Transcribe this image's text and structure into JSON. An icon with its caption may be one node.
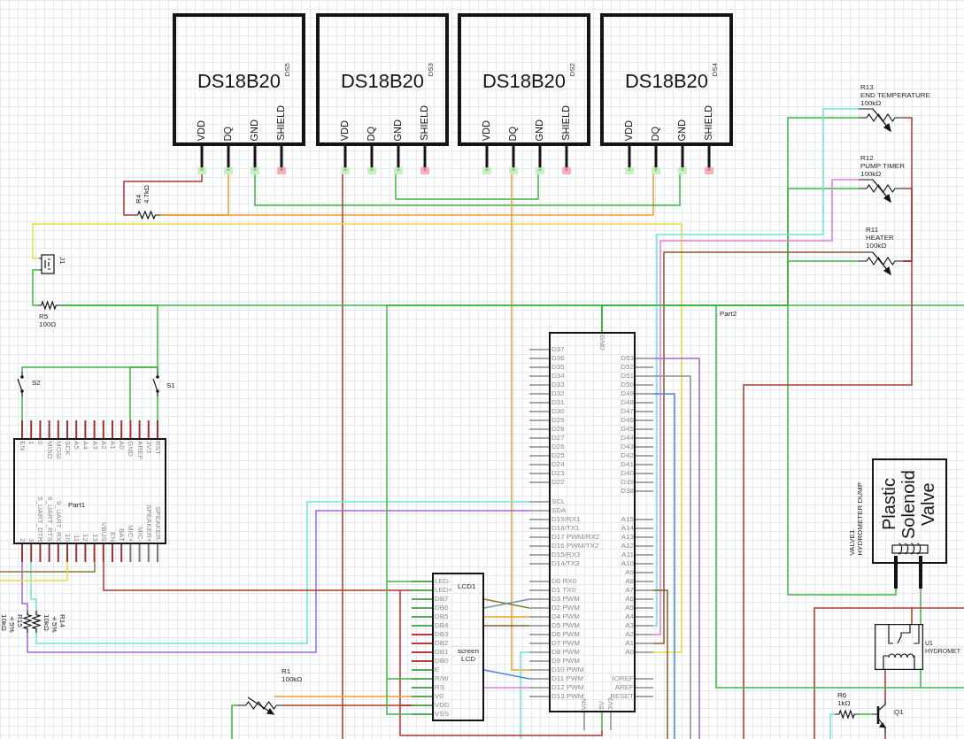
{
  "diagram": {
    "nodes": [
      {
        "text": [
          "DS18B20",
          "DS5",
          "VDD",
          "DQ",
          "GND",
          "SHIELD"
        ]
      },
      {
        "text": [
          "DS18B20",
          "DS3",
          "VDD",
          "DQ",
          "GND",
          "SHIELD"
        ]
      },
      {
        "text": [
          "DS18B20",
          "DS2",
          "VDD",
          "DQ",
          "GND",
          "SHIELD"
        ]
      },
      {
        "text": [
          "DS18B20",
          "DS4",
          "VDD",
          "DQ",
          "GND",
          "SHIELD"
        ]
      },
      {
        "text": [],
        "shape": "resistor",
        "beside": [
          "R4",
          "4.7kΩ"
        ]
      },
      {
        "text": [],
        "shape": "buzzer",
        "beside": [
          "J1"
        ]
      },
      {
        "text": [],
        "shape": "resistor",
        "beside": [
          "R5",
          "100Ω"
        ]
      },
      {
        "text": [],
        "shape": "switch",
        "beside": [
          "S2"
        ]
      },
      {
        "text": [],
        "shape": "switch",
        "beside": [
          "S1"
        ]
      },
      {
        "text": [
          "Part1",
          "EN",
          "1",
          "0",
          "MISO",
          "MOSI",
          "SCK",
          "A5",
          "A4",
          "A3",
          "A2",
          "A1",
          "A0",
          "GND",
          "AREF",
          "3V3",
          "RST",
          "2",
          "3",
          "5_UART_DTR",
          "6_UART_RTS",
          "9_UART_RX",
          "10",
          "11",
          "12",
          "13",
          "VBUS",
          "EN",
          "BAT",
          "MIC+",
          "MIC-",
          "SPEAKER+",
          "SPEAKER-"
        ]
      },
      {
        "text": [],
        "shape": "resistor",
        "beside": [
          "R15",
          "±5%",
          "10kΩ"
        ]
      },
      {
        "text": [],
        "shape": "resistor",
        "beside": [
          "R14",
          "±5%",
          "10kΩ"
        ]
      },
      {
        "text": [],
        "shape": "potentiometer",
        "beside": [
          "R1",
          "100kΩ"
        ]
      },
      {
        "text": [
          "LCD1",
          "screen LCD",
          "LED-",
          "LED+",
          "DB7",
          "DB6",
          "DB5",
          "DB4",
          "DB3",
          "DB2",
          "DB1",
          "DB0",
          "E",
          "R/W",
          "RS",
          "V0",
          "VDD",
          "VSS"
        ]
      },
      {
        "text": [
          "GND",
          "D37",
          "D36",
          "D35",
          "D34",
          "D33",
          "D32",
          "D31",
          "D30",
          "D29",
          "D28",
          "D27",
          "D26",
          "D25",
          "D24",
          "D23",
          "D22",
          "SCL",
          "SDA",
          "D19/RX1",
          "D18/TX1",
          "D17 PWM/RX2",
          "D16 PWM/TX2",
          "D15/RX3",
          "D14/TX3",
          "D0 RX0",
          "D1 TX0",
          "D3 PWM",
          "D2 PWM",
          "D4 PWM",
          "D5 PWM",
          "D6 PWM",
          "D7 PWM",
          "D8 PWM",
          "D9 PWM",
          "D10 PWM",
          "D11 PWM",
          "D12 PWM",
          "D13 PWM",
          "D53",
          "D52",
          "D51",
          "D50",
          "D49",
          "D48",
          "D47",
          "D46",
          "D45",
          "D44",
          "D43",
          "D42",
          "D41",
          "D40",
          "D39",
          "D38",
          "A15",
          "A14",
          "A13",
          "A12",
          "A11",
          "A10",
          "A9",
          "A8",
          "A7",
          "A6",
          "A5",
          "A4",
          "A3",
          "A2",
          "A1",
          "A0",
          "IOREF",
          "AREF",
          "RESET",
          "VIN",
          "5V",
          "3V3"
        ]
      },
      {
        "text": [],
        "shape": "potentiometer",
        "beside": [
          "R13",
          "END TEMPERATURE",
          "100kΩ"
        ]
      },
      {
        "text": [],
        "shape": "potentiometer",
        "beside": [
          "R12",
          "PUMP TIMER",
          "100kΩ"
        ]
      },
      {
        "text": [],
        "shape": "potentiometer",
        "beside": [
          "R11",
          "HEATER",
          "100kΩ"
        ]
      },
      {
        "text": [
          "Plastic Solenoid Valve"
        ],
        "beside": [
          "VALVE1",
          "HYDROMETER DUMP"
        ]
      },
      {
        "text": [],
        "shape": "relay",
        "beside": [
          "U1",
          "HYDROMET"
        ]
      },
      {
        "text": [],
        "shape": "resistor",
        "beside": [
          "R6",
          "1kΩ"
        ]
      },
      {
        "text": [],
        "shape": "transistor",
        "beside": [
          "Q1"
        ]
      }
    ],
    "edges": [
      {
        "from": 0,
        "to": 4,
        "arrow": "none",
        "color": "#b03a2e"
      },
      {
        "from": 4,
        "to": 3,
        "arrow": "none",
        "color": "#f0a030"
      },
      {
        "from": 0,
        "to": 4,
        "arrow": "none",
        "color": "#f0a030"
      },
      {
        "from": 0,
        "to": 3,
        "arrow": "none"
      },
      {
        "from": 1,
        "to": 2,
        "arrow": "none"
      },
      {
        "from": 1,
        "to": null,
        "arrow": "none",
        "color": "#b03a2e"
      },
      {
        "from": 2,
        "to": 14,
        "arrow": "none",
        "color": "#f0a030"
      },
      {
        "from": 5,
        "to": 14,
        "arrow": "none",
        "color": "#ecdc3c"
      },
      {
        "from": 5,
        "to": 6,
        "arrow": "none"
      },
      {
        "from": 6,
        "to": 14,
        "arrow": "none"
      },
      {
        "from": 14,
        "to": 15,
        "arrow": "none"
      },
      {
        "from": 14,
        "to": 16,
        "arrow": "none"
      },
      {
        "from": 14,
        "to": 17,
        "arrow": "none"
      },
      {
        "from": 14,
        "to": 18,
        "arrow": "none"
      },
      {
        "from": 15,
        "to": 17,
        "arrow": "none",
        "color": "#b03a2e"
      },
      {
        "from": 16,
        "to": 17,
        "arrow": "none",
        "color": "#b03a2e"
      },
      {
        "from": 17,
        "to": null,
        "arrow": "none",
        "color": "#b03a2e"
      },
      {
        "from": 15,
        "to": 14,
        "arrow": "none",
        "color": "#6fe3d3"
      },
      {
        "from": 16,
        "to": 14,
        "arrow": "none",
        "color": "#e27ee0"
      },
      {
        "from": 17,
        "to": 14,
        "arrow": "none",
        "color": "#8b5a2b"
      },
      {
        "from": 14,
        "to": null,
        "arrow": "none",
        "color": "#a36ac6"
      },
      {
        "from": 14,
        "to": null,
        "arrow": "none",
        "color": "#8c8c8c"
      },
      {
        "from": 14,
        "to": null,
        "arrow": "none",
        "color": "#4f86d6"
      },
      {
        "from": 14,
        "to": null,
        "arrow": "none",
        "color": "#8b5a2b"
      },
      {
        "from": 14,
        "to": null,
        "arrow": "none",
        "color": "#6fe3d3"
      },
      {
        "from": 9,
        "to": 7,
        "arrow": "none"
      },
      {
        "from": 9,
        "to": 8,
        "arrow": "none"
      },
      {
        "from": 7,
        "to": 8,
        "arrow": "none"
      },
      {
        "from": 9,
        "to": 8,
        "arrow": "none"
      },
      {
        "from": 8,
        "to": 6,
        "arrow": "none"
      },
      {
        "from": 9,
        "to": 10,
        "arrow": "none",
        "color": "#a36ac6"
      },
      {
        "from": 9,
        "to": 11,
        "arrow": "none",
        "color": "#6fe3d3"
      },
      {
        "from": 10,
        "to": 14,
        "arrow": "none",
        "color": "#a36ac6"
      },
      {
        "from": 11,
        "to": 14,
        "arrow": "none",
        "color": "#6fe3d3"
      },
      {
        "from": 9,
        "to": null,
        "arrow": "none",
        "color": "#8a7a2e"
      },
      {
        "from": 9,
        "to": null,
        "arrow": "none",
        "color": "#ecdc3c"
      },
      {
        "from": 9,
        "to": 13,
        "arrow": "none",
        "color": "#b03a2e"
      },
      {
        "from": 14,
        "to": 13,
        "arrow": "none",
        "color": "#b03a2e"
      },
      {
        "from": 12,
        "to": 13,
        "arrow": "none",
        "color": "#b03a2e"
      },
      {
        "from": 12,
        "to": 13,
        "arrow": "none",
        "color": "#f0a030"
      },
      {
        "from": 12,
        "to": null,
        "arrow": "none"
      },
      {
        "from": 14,
        "to": 13,
        "arrow": "none"
      },
      {
        "from": 13,
        "to": 14,
        "arrow": "none",
        "color": "#8a7a2e"
      },
      {
        "from": 13,
        "to": 14,
        "arrow": "none",
        "color": "#6a9a9a"
      },
      {
        "from": 13,
        "to": 14,
        "arrow": "none",
        "color": "#f0a030"
      },
      {
        "from": 13,
        "to": 14,
        "arrow": "none",
        "color": "#8b5a2b"
      },
      {
        "from": 13,
        "to": 14,
        "arrow": "none",
        "color": "#4f86d6"
      },
      {
        "from": 13,
        "to": 14,
        "arrow": "none",
        "color": "#e27ee0"
      },
      {
        "from": 18,
        "to": 19,
        "arrow": "none"
      },
      {
        "from": 19,
        "to": null,
        "arrow": "none",
        "color": "#b03a2e"
      },
      {
        "from": 19,
        "to": 21,
        "arrow": "none",
        "color": "#b03a2e"
      },
      {
        "from": 20,
        "to": 21,
        "arrow": "none"
      },
      {
        "from": 20,
        "to": null,
        "arrow": "none",
        "color": "#6fe3d3"
      },
      {
        "from": 21,
        "to": null,
        "arrow": "none",
        "color": "#b03a2e"
      },
      {
        "from": 14,
        "to": 19,
        "arrow": "none"
      }
    ],
    "labels": [
      "Part2"
    ]
  }
}
